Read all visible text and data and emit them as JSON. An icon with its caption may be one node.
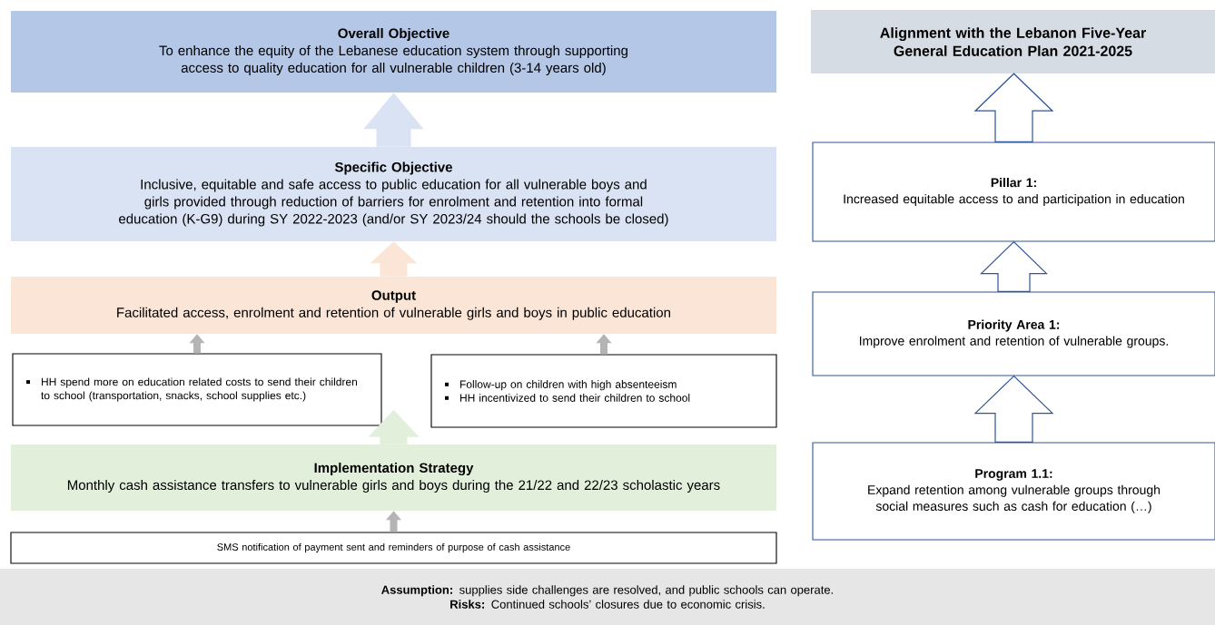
{
  "diagram": {
    "nodes": [
      {
        "text": [
          "Overall Objective",
          "To enhance the equity of the Lebanese education system through supporting access to quality education for all vulnerable children (3-14 years old)"
        ]
      },
      {
        "text": [
          "Specific Objective",
          "Inclusive, equitable and safe access to public education for all vulnerable boys and girls provided through reduction of barriers for enrolment and retention into formal education (K-G9) during SY 2022-2023 (and/or SY 2023/24 should the schools be closed)"
        ]
      },
      {
        "text": [
          "Output",
          "Facilitated access, enrolment and retention of vulnerable girls and boys in public education"
        ]
      },
      {
        "text": [
          "HH spend more on education related costs to send their children to school (transportation, snacks, school supplies etc.)"
        ]
      },
      {
        "text": [
          "Follow-up on children with high absenteeism",
          "HH incentivized to send their children to school"
        ]
      },
      {
        "text": [
          "Implementation Strategy",
          "Monthly cash assistance transfers to vulnerable girls and boys during the 21/22 and 22/23 scholastic years"
        ]
      },
      {
        "text": [
          "SMS notification of payment sent and reminders of purpose of cash assistance"
        ]
      },
      {
        "text": [
          "Alignment with the Lebanon Five-Year General Education Plan 2021-2025"
        ]
      },
      {
        "text": [
          "Pillar 1:",
          "Increased equitable access to and participation in education"
        ]
      },
      {
        "text": [
          "Priority Area 1:",
          "Improve enrolment and retention of vulnerable groups."
        ]
      },
      {
        "text": [
          "Program 1.1:",
          "Expand retention among vulnerable groups through social measures such as cash for education (…)"
        ]
      },
      {
        "text": [
          "**Assumption:** supplies side challenges are resolved, and public schools can operate.",
          "**Risks:** Continued schools’ closures due to economic crisis."
        ]
      }
    ],
    "edges": [
      {
        "from": 1,
        "to": 0,
        "arrow": "to",
        "style": "thick",
        "color": "#dae3f3"
      },
      {
        "from": 2,
        "to": 1,
        "arrow": "to",
        "style": "thick",
        "color": "#fbe5d6"
      },
      {
        "from": 3,
        "to": 2,
        "arrow": "to",
        "color": "#b4b4b4"
      },
      {
        "from": 4,
        "to": 2,
        "arrow": "to",
        "color": "#b4b4b4"
      },
      {
        "from": 5,
        "to": null,
        "arrow": "to",
        "style": "thick",
        "color": "#e2efda"
      },
      {
        "from": 6,
        "to": 5,
        "arrow": "to",
        "color": "#b4b4b4"
      },
      {
        "from": 8,
        "to": 7,
        "arrow": "to",
        "style": "thick",
        "color": "#2f5597"
      },
      {
        "from": 9,
        "to": 8,
        "arrow": "to",
        "style": "thick",
        "color": "#2f5597"
      },
      {
        "from": 10,
        "to": 9,
        "arrow": "to",
        "style": "thick",
        "color": "#2f5597"
      }
    ]
  }
}
